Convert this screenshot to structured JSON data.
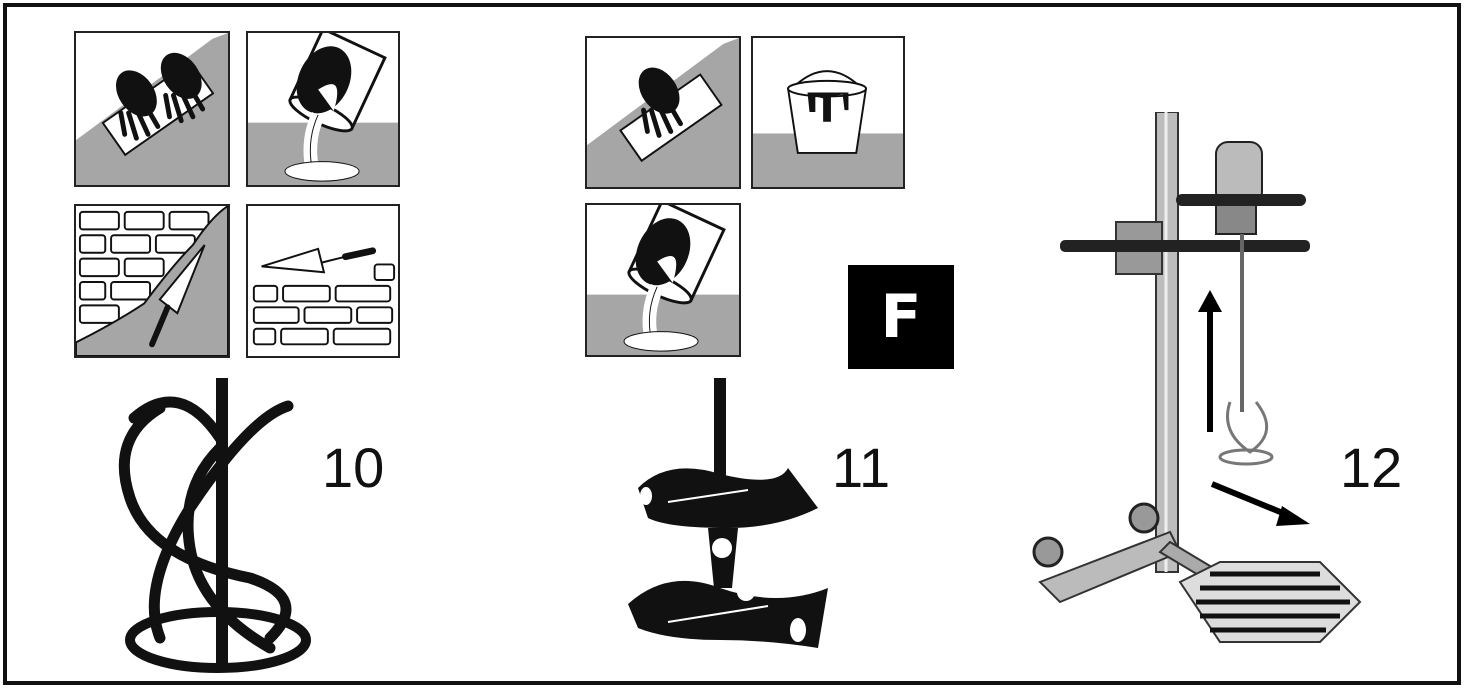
{
  "section_badge": "F",
  "figures": {
    "fig10": {
      "number": "10"
    },
    "fig11": {
      "number": "11"
    },
    "fig12": {
      "number": "12"
    }
  },
  "colors": {
    "ink": "#111111",
    "tile_gray": "#a6a6a6",
    "badge_bg": "#000000",
    "badge_text": "#ffffff"
  },
  "icons": {
    "group_10": [
      "plaster-on-wall-icon",
      "pouring-bucket-icon",
      "rendering-brick-wall-icon",
      "bricklaying-trowel-icon"
    ],
    "group_11": [
      "plaster-on-wall-icon",
      "paint-bucket-icon",
      "pouring-bucket-icon"
    ]
  }
}
